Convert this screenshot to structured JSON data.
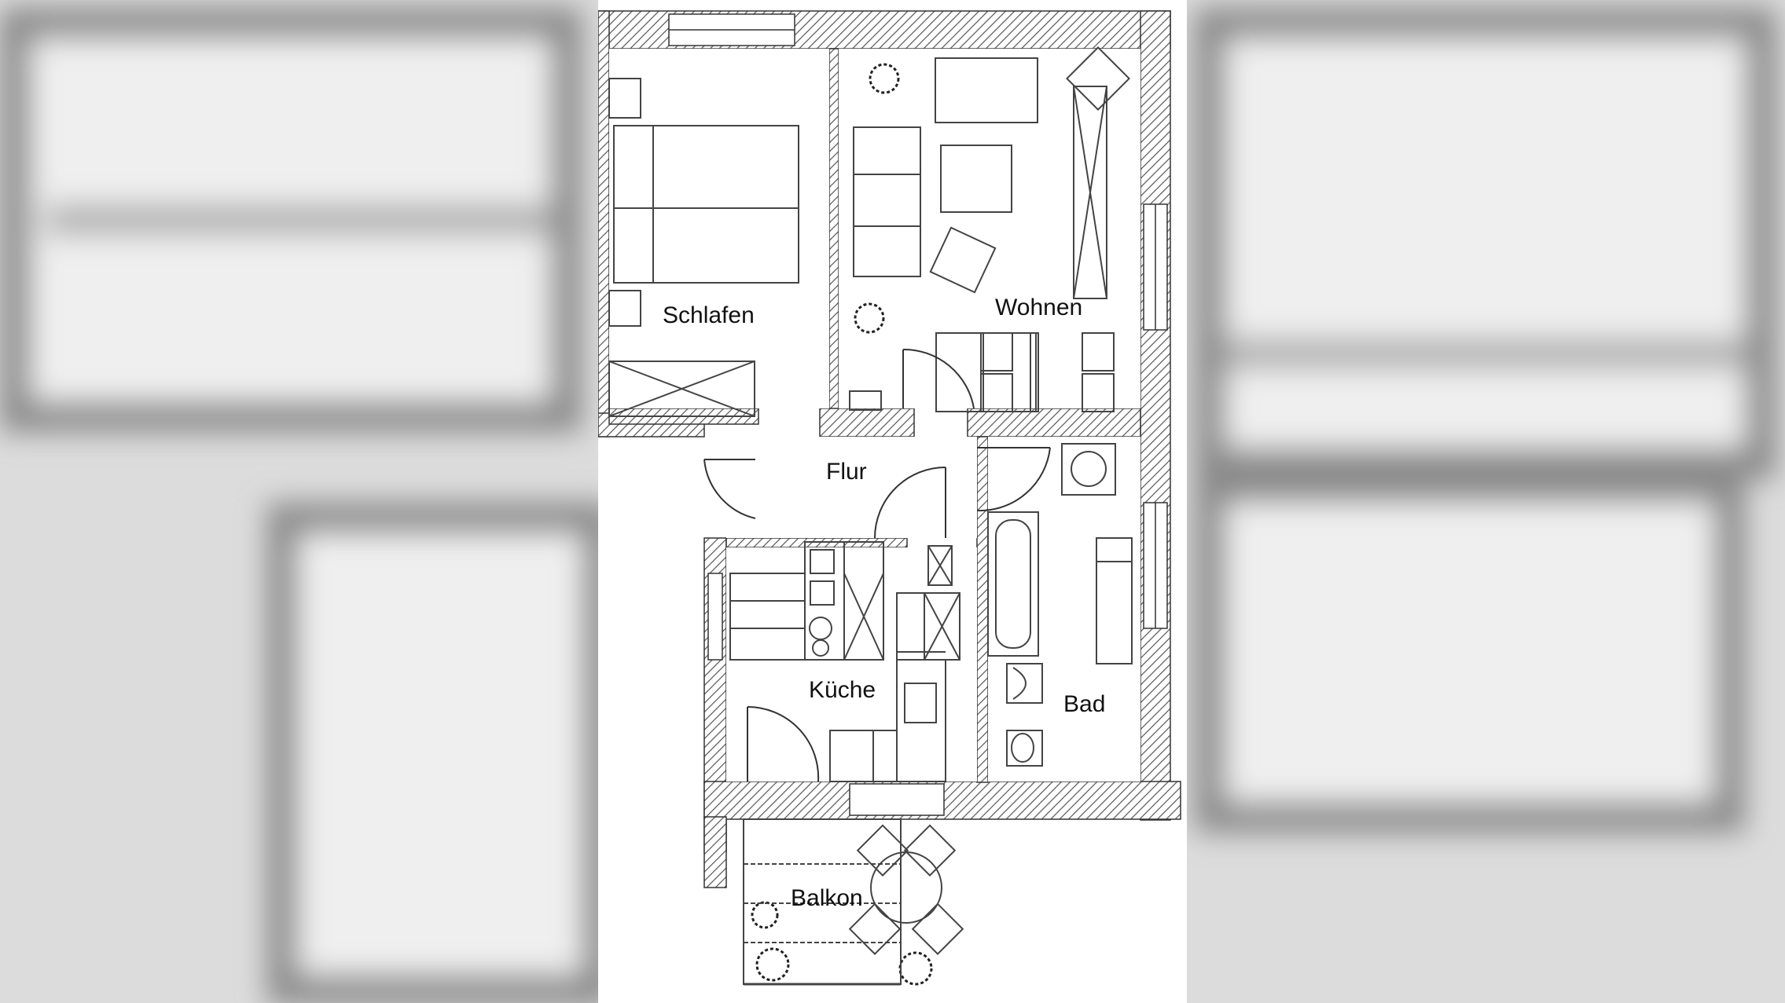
{
  "rooms": [
    {
      "id": "schlafen",
      "label": "Schlafen"
    },
    {
      "id": "wohnen",
      "label": "Wohnen"
    },
    {
      "id": "flur",
      "label": "Flur"
    },
    {
      "id": "kueche",
      "label": "Küche"
    },
    {
      "id": "bad",
      "label": "Bad"
    },
    {
      "id": "balkon",
      "label": "Balkon"
    }
  ],
  "colors": {
    "wall_hatch": "#555555",
    "line": "#333333",
    "paper": "#ffffff",
    "backdrop": "#d9d9d9"
  }
}
